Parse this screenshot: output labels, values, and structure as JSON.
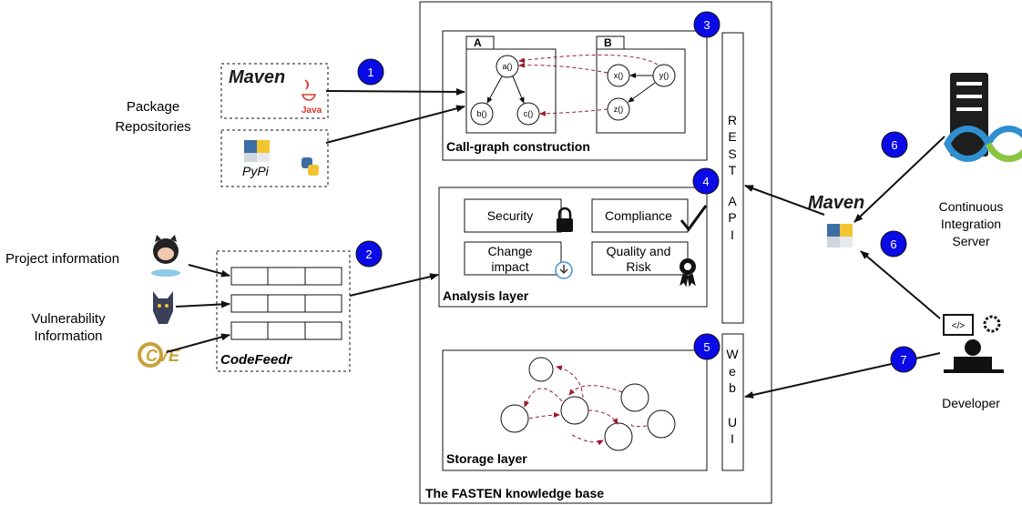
{
  "labels": {
    "package_repositories_l1": "Package",
    "package_repositories_l2": "Repositories",
    "project_information": "Project information",
    "vulnerability_l1": "Vulnerability",
    "vulnerability_l2": "Information",
    "codefeedr": "CodeFeedr",
    "pypi": "PyPi",
    "maven_logo": "Maven",
    "java_logo": "Java",
    "cve_logo": "CVE",
    "callgraph_construction": "Call-graph construction",
    "analysis_layer": "Analysis layer",
    "storage_layer": "Storage layer",
    "kb_title": "The FASTEN knowledge base",
    "ci_l1": "Continuous",
    "ci_l2": "Integration",
    "ci_l3": "Server",
    "developer": "Developer"
  },
  "callgraph": {
    "box_a": "A",
    "box_b": "B",
    "nodes": {
      "a": "a()",
      "b": "b()",
      "c": "c()",
      "x": "x()",
      "y": "y()",
      "z": "z()"
    }
  },
  "analysis": {
    "security": "Security",
    "compliance": "Compliance",
    "change_l1": "Change",
    "change_l2": "impact",
    "quality_l1": "Quality and",
    "quality_l2": "Risk"
  },
  "rest_api": [
    "R",
    "E",
    "S",
    "T",
    "",
    "A",
    "P",
    "I"
  ],
  "web_ui": [
    "W",
    "e",
    "b",
    "",
    "U",
    "I"
  ],
  "badges": [
    "1",
    "2",
    "3",
    "4",
    "5",
    "6",
    "6",
    "7"
  ],
  "colors": {
    "badge": "#0a0ae6",
    "dashed_arrow": "#9b1b30",
    "line": "#111111"
  }
}
